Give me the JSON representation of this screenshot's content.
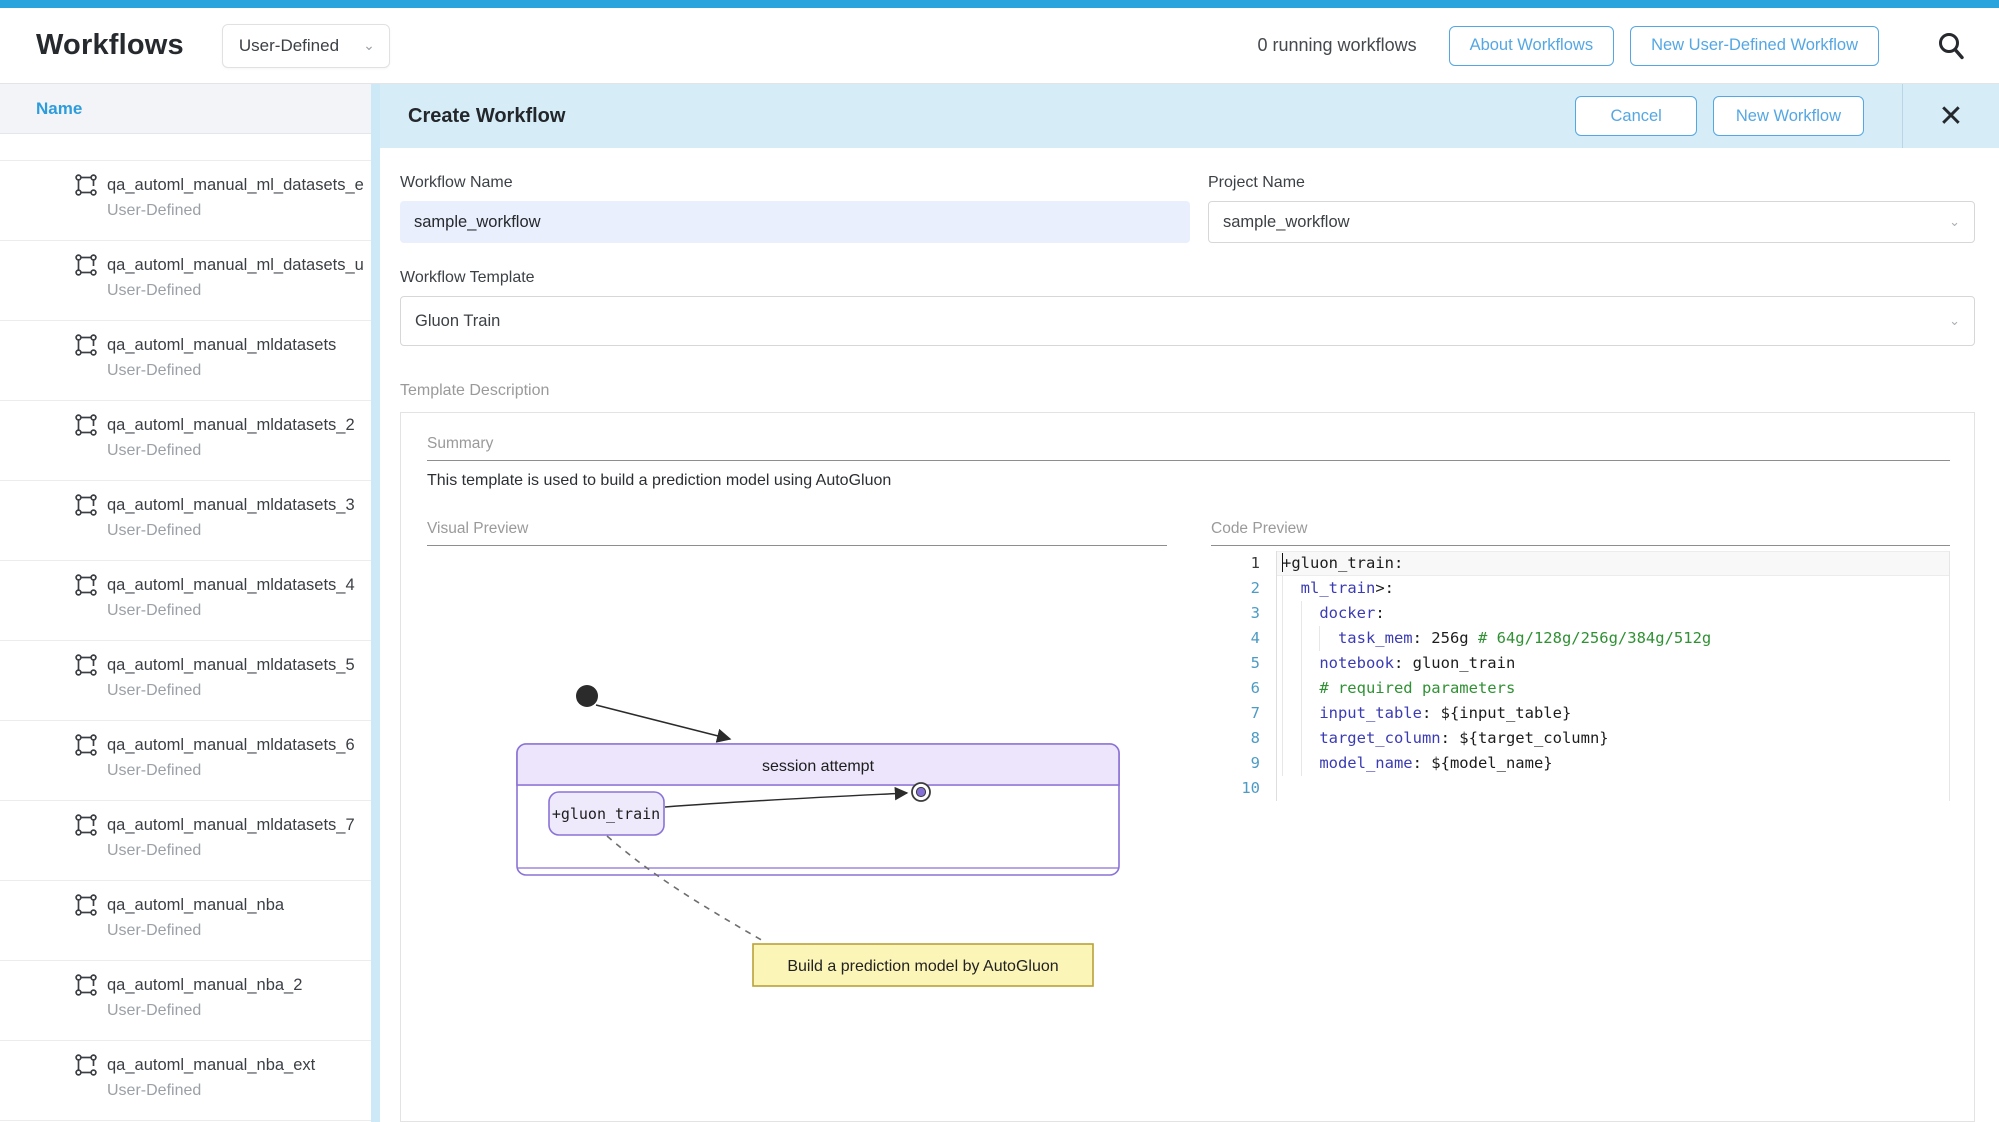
{
  "topbar": {
    "title": "Workflows",
    "filter_value": "User-Defined",
    "running_status": "0 running workflows",
    "about_button": "About Workflows",
    "new_user_defined_button": "New User-Defined Workflow"
  },
  "sidebar": {
    "header": "Name",
    "items": [
      {
        "name": "qa_automl_manual_ml_datasets_e",
        "type": "User-Defined"
      },
      {
        "name": "qa_automl_manual_ml_datasets_u",
        "type": "User-Defined"
      },
      {
        "name": "qa_automl_manual_mldatasets",
        "type": "User-Defined"
      },
      {
        "name": "qa_automl_manual_mldatasets_2",
        "type": "User-Defined"
      },
      {
        "name": "qa_automl_manual_mldatasets_3",
        "type": "User-Defined"
      },
      {
        "name": "qa_automl_manual_mldatasets_4",
        "type": "User-Defined"
      },
      {
        "name": "qa_automl_manual_mldatasets_5",
        "type": "User-Defined"
      },
      {
        "name": "qa_automl_manual_mldatasets_6",
        "type": "User-Defined"
      },
      {
        "name": "qa_automl_manual_mldatasets_7",
        "type": "User-Defined"
      },
      {
        "name": "qa_automl_manual_nba",
        "type": "User-Defined"
      },
      {
        "name": "qa_automl_manual_nba_2",
        "type": "User-Defined"
      },
      {
        "name": "qa_automl_manual_nba_ext",
        "type": "User-Defined"
      }
    ]
  },
  "panel": {
    "title": "Create Workflow",
    "cancel_button": "Cancel",
    "submit_button": "New Workflow",
    "close_icon": "✕",
    "form": {
      "workflow_name_label": "Workflow Name",
      "workflow_name_value": "sample_workflow",
      "project_name_label": "Project Name",
      "project_name_value": "sample_workflow",
      "template_label": "Workflow Template",
      "template_value": "Gluon Train"
    },
    "description": {
      "section_label": "Template Description",
      "summary_label": "Summary",
      "summary_text": "This template is used to build a prediction model using AutoGluon",
      "visual_label": "Visual Preview",
      "code_label": "Code Preview"
    },
    "diagram": {
      "container_title": "session attempt",
      "node_label": "+gluon_train",
      "note_text": "Build a prediction model by AutoGluon"
    },
    "code": {
      "lines": [
        {
          "num": "1",
          "indent": 0,
          "active": true,
          "cursor": true,
          "segs": [
            [
              "plain",
              "+gluon_train:"
            ]
          ]
        },
        {
          "num": "2",
          "indent": 1,
          "segs": [
            [
              "key",
              "ml_train"
            ],
            [
              "plain",
              ">:"
            ]
          ]
        },
        {
          "num": "3",
          "indent": 2,
          "segs": [
            [
              "key",
              "docker"
            ],
            [
              "plain",
              ":"
            ]
          ]
        },
        {
          "num": "4",
          "indent": 3,
          "segs": [
            [
              "key",
              "task_mem"
            ],
            [
              "plain",
              ": 256g "
            ],
            [
              "comment",
              "# 64g/128g/256g/384g/512g"
            ]
          ]
        },
        {
          "num": "5",
          "indent": 2,
          "segs": [
            [
              "key",
              "notebook"
            ],
            [
              "plain",
              ": gluon_train"
            ]
          ]
        },
        {
          "num": "6",
          "indent": 2,
          "segs": [
            [
              "comment",
              "# required parameters"
            ]
          ]
        },
        {
          "num": "7",
          "indent": 2,
          "segs": [
            [
              "key",
              "input_table"
            ],
            [
              "plain",
              ": ${input_table}"
            ]
          ]
        },
        {
          "num": "8",
          "indent": 2,
          "segs": [
            [
              "key",
              "target_column"
            ],
            [
              "plain",
              ": ${target_column}"
            ]
          ]
        },
        {
          "num": "9",
          "indent": 2,
          "segs": [
            [
              "key",
              "model_name"
            ],
            [
              "plain",
              ": ${model_name}"
            ]
          ]
        },
        {
          "num": "10",
          "indent": 0,
          "segs": []
        }
      ]
    }
  },
  "colors": {
    "topbar_blue": "#2aa4dc",
    "accent_blue": "#54a7e3",
    "link_blue": "#2d9cdb",
    "panel_header_bg": "#d6ecf7",
    "input_bg": "#e9effc",
    "diagram_purple": "#8b72d6",
    "diagram_header_bg": "#ece5fb",
    "note_bg": "#fcf5b8",
    "note_border": "#b9a23a",
    "code_key": "#3b3bb3",
    "code_comment": "#2f9133",
    "line_number": "#4d9bc4"
  }
}
